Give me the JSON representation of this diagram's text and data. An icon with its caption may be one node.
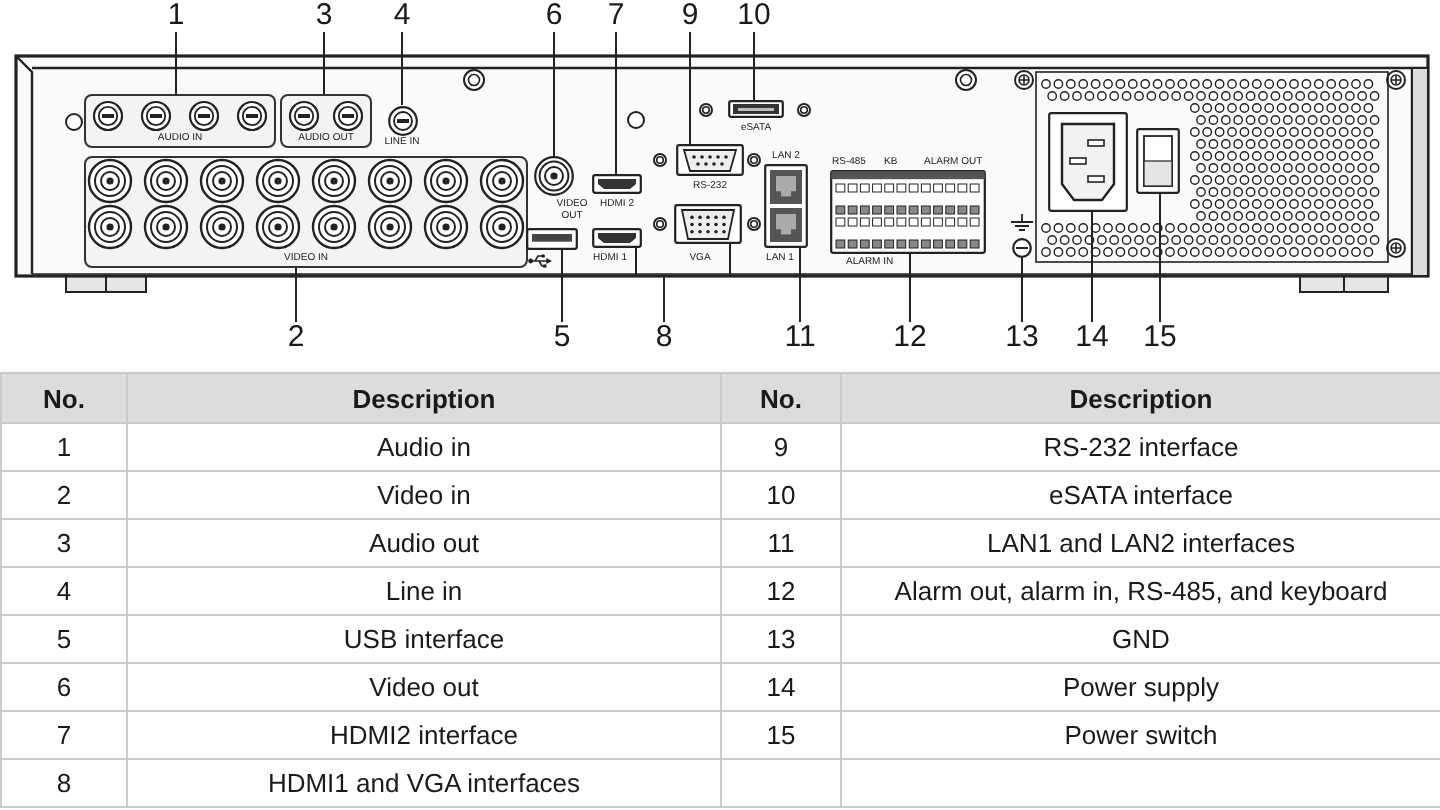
{
  "diagram": {
    "nodes": [
      {
        "text": [
          "1"
        ]
      },
      {
        "text": [
          "2"
        ]
      },
      {
        "text": [
          "3"
        ]
      },
      {
        "text": [
          "4"
        ]
      },
      {
        "text": [
          "5"
        ]
      },
      {
        "text": [
          "6"
        ]
      },
      {
        "text": [
          "7"
        ]
      },
      {
        "text": [
          "8"
        ]
      },
      {
        "text": [
          "9"
        ]
      },
      {
        "text": [
          "10"
        ]
      },
      {
        "text": [
          "11"
        ]
      },
      {
        "text": [
          "12"
        ]
      },
      {
        "text": [
          "13"
        ]
      },
      {
        "text": [
          "14"
        ]
      },
      {
        "text": [
          "15"
        ]
      },
      {
        "text": [
          "AUDIO IN"
        ]
      },
      {
        "text": [
          "VIDEO IN"
        ]
      },
      {
        "text": [
          "AUDIO OUT"
        ]
      },
      {
        "text": [],
        "shape": "circle",
        "beside": [
          "LINE IN"
        ]
      },
      {
        "text": [],
        "shape": "box"
      },
      {
        "text": [],
        "shape": "circle",
        "beside": [
          "VIDEO OUT"
        ]
      },
      {
        "text": [],
        "shape": "box",
        "beside": [
          "HDMI 2"
        ]
      },
      {
        "text": [],
        "shape": "box",
        "beside": [
          "HDMI 1"
        ]
      },
      {
        "text": [],
        "shape": "box",
        "beside": [
          "VGA"
        ]
      },
      {
        "text": [],
        "shape": "box",
        "beside": [
          "RS-232"
        ]
      },
      {
        "text": [],
        "shape": "box",
        "beside": [
          "eSATA"
        ]
      },
      {
        "text": [],
        "shape": "box",
        "beside": [
          "LAN 2",
          "LAN 1"
        ]
      },
      {
        "text": [],
        "shape": "box",
        "beside": [
          "RS-485",
          "KB",
          "ALARM OUT",
          "ALARM IN"
        ]
      },
      {
        "text": [],
        "shape": "circle"
      },
      {
        "text": [],
        "shape": "box"
      },
      {
        "text": [],
        "shape": "box"
      }
    ],
    "edges": [
      {
        "from": 0,
        "to": 15,
        "arrow": "none"
      },
      {
        "from": 1,
        "to": 16,
        "arrow": "none"
      },
      {
        "from": 2,
        "to": 17,
        "arrow": "none"
      },
      {
        "from": 3,
        "to": 18,
        "arrow": "none"
      },
      {
        "from": 4,
        "to": 19,
        "arrow": "none"
      },
      {
        "from": 5,
        "to": 20,
        "arrow": "none"
      },
      {
        "from": 6,
        "to": 21,
        "arrow": "none"
      },
      {
        "from": 7,
        "to": 22,
        "arrow": "none"
      },
      {
        "from": 7,
        "to": 23,
        "arrow": "none"
      },
      {
        "from": 8,
        "to": 24,
        "arrow": "none"
      },
      {
        "from": 9,
        "to": 25,
        "arrow": "none"
      },
      {
        "from": 10,
        "to": 26,
        "arrow": "none"
      },
      {
        "from": 11,
        "to": 27,
        "arrow": "none"
      },
      {
        "from": 12,
        "to": 28,
        "arrow": "none"
      },
      {
        "from": 13,
        "to": 29,
        "arrow": "none"
      },
      {
        "from": 14,
        "to": 30,
        "arrow": "none"
      }
    ],
    "labels": [
      "No.",
      "Description",
      "No.",
      "Description",
      "1",
      "Audio in",
      "9",
      "RS-232 interface",
      "2",
      "Video in",
      "10",
      "eSATA interface",
      "3",
      "Audio out",
      "11",
      "LAN1 and LAN2 interfaces",
      "4",
      "Line in",
      "12",
      "Alarm out, alarm in, RS-485, and keyboard",
      "5",
      "USB interface",
      "13",
      "GND",
      "6",
      "Video out",
      "14",
      "Power supply",
      "7",
      "HDMI2 interface",
      "15",
      "Power switch",
      "8",
      "HDMI1 and VGA interfaces"
    ]
  }
}
